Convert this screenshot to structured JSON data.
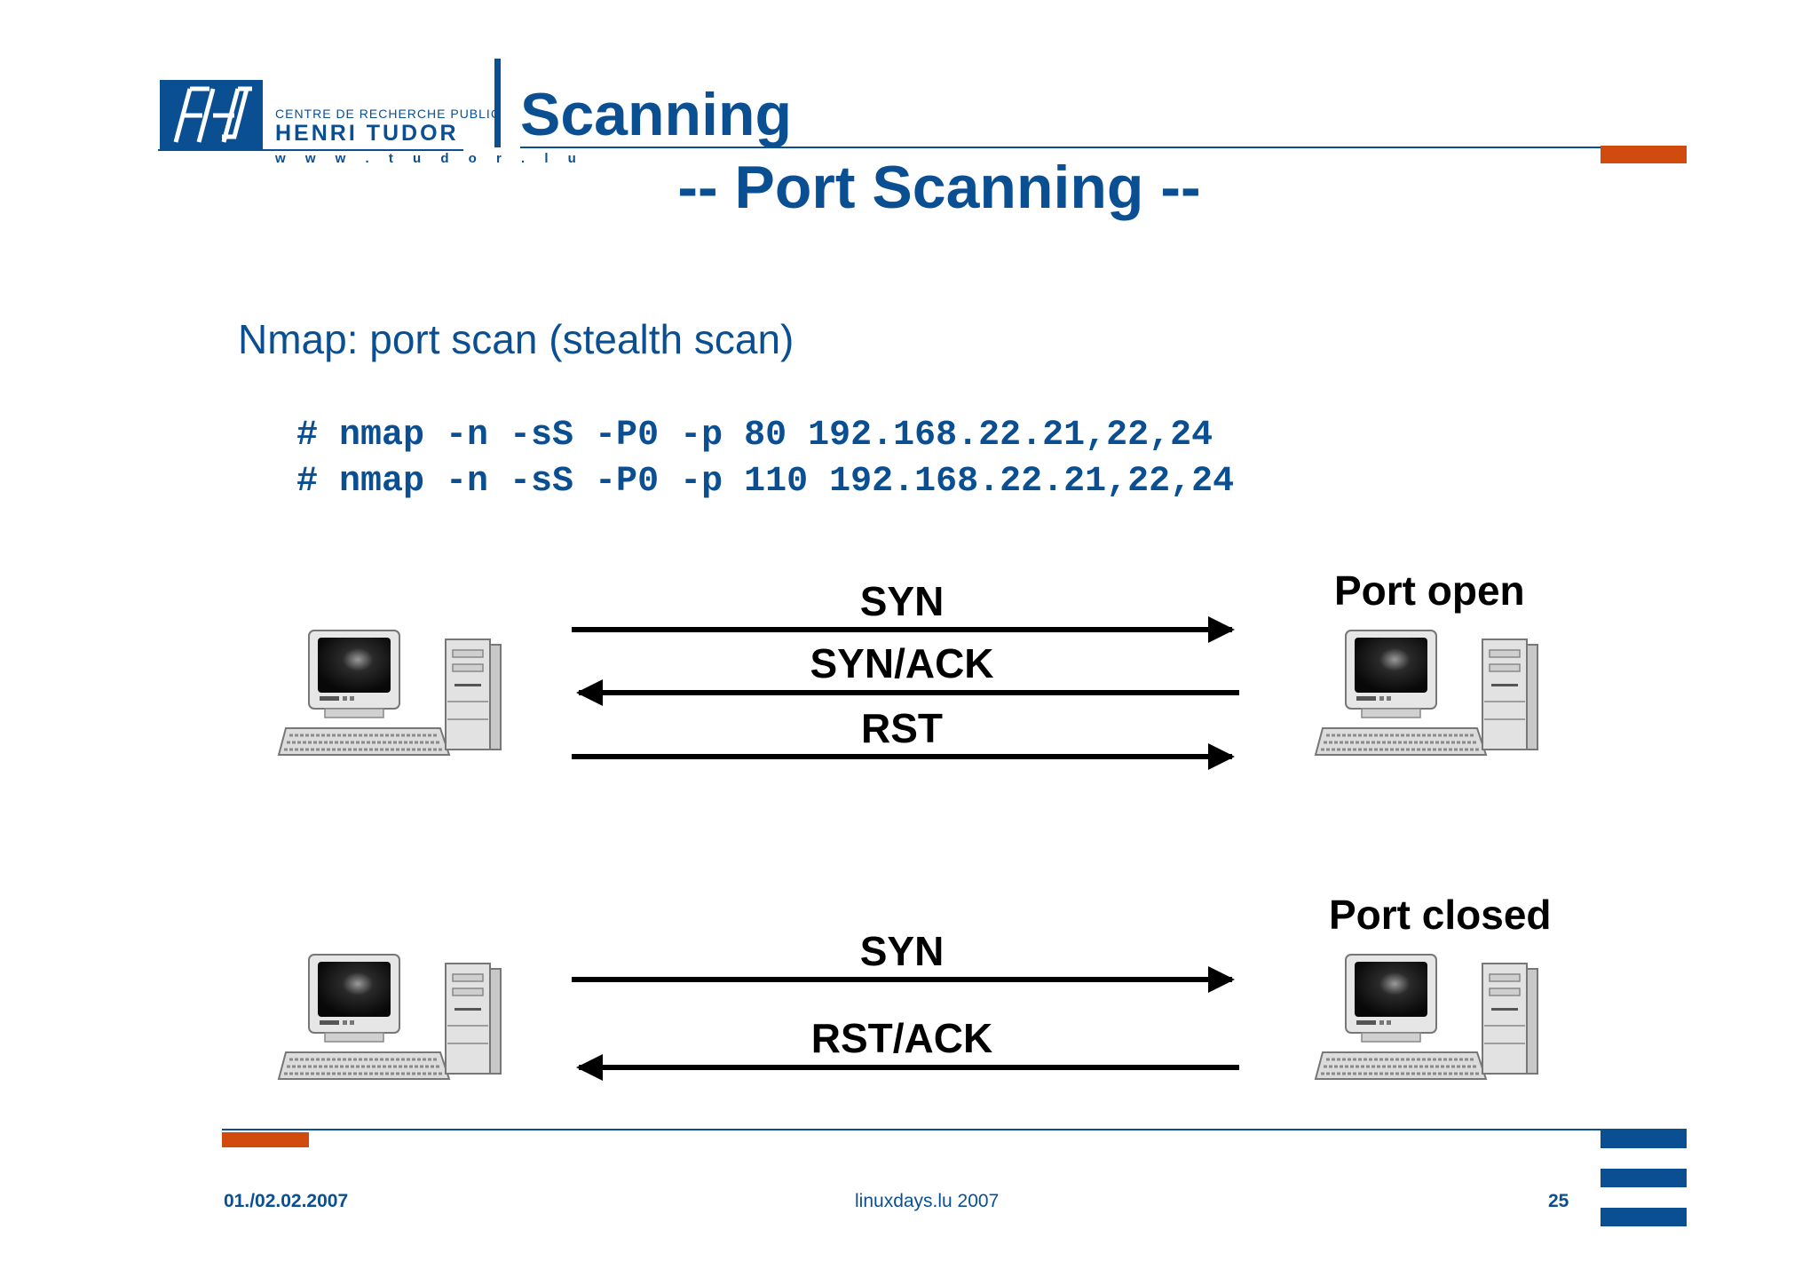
{
  "logo": {
    "line1": "CENTRE DE RECHERCHE PUBLIC",
    "line2": "HENRI TUDOR",
    "line3": "w w w . t u d o r . l u"
  },
  "title": "Scanning",
  "subtitle": "-- Port Scanning --",
  "heading": "Nmap: port scan (stealth scan)",
  "commands": [
    "# nmap -n -sS -P0 -p 80 192.168.22.21,22,24",
    "# nmap -n -sS -P0 -p 110 192.168.22.21,22,24"
  ],
  "scenario_open": {
    "status": "Port open",
    "messages": [
      "SYN",
      "SYN/ACK",
      "RST"
    ],
    "directions": [
      "right",
      "left",
      "right"
    ]
  },
  "scenario_closed": {
    "status": "Port closed",
    "messages": [
      "SYN",
      "RST/ACK"
    ],
    "directions": [
      "right",
      "left"
    ]
  },
  "footer": {
    "date": "01./02.02.2007",
    "center": "linuxdays.lu 2007",
    "page": "25"
  },
  "colors": {
    "brand_blue": "#0b4f93",
    "accent_orange": "#d14a0e"
  },
  "icons": [
    "computer-icon"
  ]
}
